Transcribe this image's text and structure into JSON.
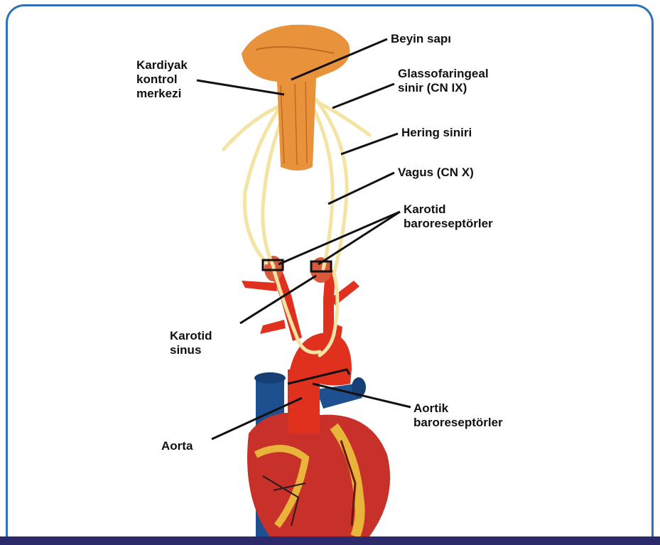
{
  "labels": {
    "beyin_sapi": "Beyin sapı",
    "kardiyak": "Kardiyak\nkontrol\nmerkezi",
    "glossofaringeal": "Glassofaringeal\nsinir (CN IX)",
    "hering": "Hering siniri",
    "vagus": "Vagus (CN X)",
    "karotid_baro": "Karotid\nbaroreseptörler",
    "karotid_sinus": "Karotid\nsinus",
    "aortik_baro": "Aortik\nbaroreseptörler",
    "aorta": "Aorta"
  },
  "colors": {
    "frame": "#2f72b8",
    "bottom_bar": "#2c2a6a",
    "brainstem": "#e8923c",
    "nerve": "#f3e4a3",
    "artery": "#e0301e",
    "vein": "#1e4f8e",
    "heart": "#c8302a",
    "fat": "#e8b43a"
  }
}
